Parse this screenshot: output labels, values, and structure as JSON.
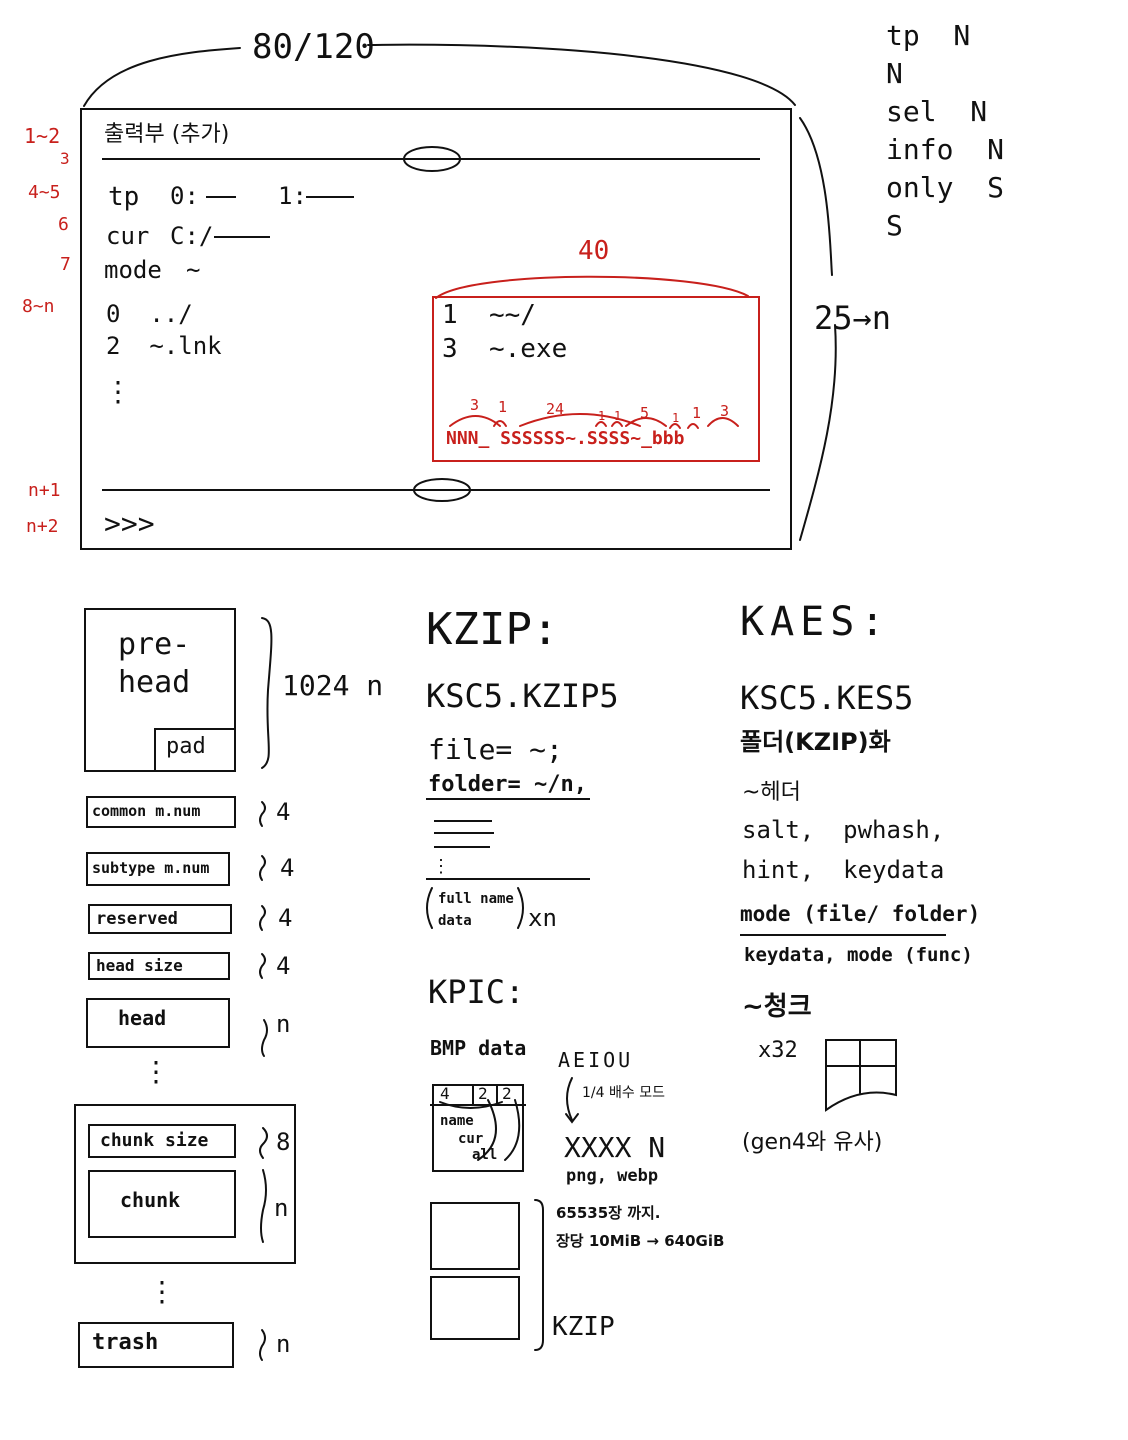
{
  "terminal": {
    "width_label": "80/120",
    "height_label": "25→n",
    "row_labels": {
      "r1": "1~2",
      "r2": "3",
      "r3": "4~5",
      "r4": "6",
      "r5": "7",
      "r6": "8~n",
      "r7": "n+1",
      "r8": "n+2"
    },
    "title": "출력부 (추가)",
    "tp_line": {
      "tp": "tp",
      "zero": "0:",
      "one": "1:"
    },
    "cur_line": {
      "cur": "cur",
      "path": "C:/"
    },
    "mode_line": {
      "mode": "mode",
      "value": "~"
    },
    "list_left": [
      "0  ../",
      "2  ~.lnk",
      "⋮"
    ],
    "list_right": [
      "1  ~~/",
      "3  ~.exe"
    ],
    "list_width_label": "40",
    "format": {
      "counts": [
        "3",
        "1",
        "24",
        "1",
        "1",
        "5",
        "1",
        "1",
        "3"
      ],
      "pattern": "NNN_ SSSSSS~.SSSS~_bbb"
    },
    "prompt": ">>>"
  },
  "flags": [
    "tp  N",
    "N",
    "sel  N",
    "info  N",
    "only  S",
    "S"
  ],
  "file_format": {
    "prehead": "pre-\nhead",
    "pad": "pad",
    "prehead_size": "1024 n",
    "fields": [
      {
        "label": "common m.num",
        "size": "4"
      },
      {
        "label": "subtype m.num",
        "size": "4"
      },
      {
        "label": "reserved",
        "size": "4"
      },
      {
        "label": "head size",
        "size": "4"
      },
      {
        "label": "head",
        "size": "n"
      }
    ],
    "chunk_group": {
      "chunk_size": "chunk size",
      "chunk_size_bytes": "8",
      "chunk": "chunk",
      "chunk_bytes": "n"
    },
    "trash": "trash",
    "trash_size": "n",
    "ellipsis": "⋮"
  },
  "kzip": {
    "title": "KZIP:",
    "name": "KSC5.KZIP5",
    "file": "file= ~;",
    "folder": "folder= ~/n,",
    "entry": [
      "full name",
      "data"
    ],
    "repeat": "xn"
  },
  "kpic": {
    "title": "KPIC:",
    "bmp": "BMP data",
    "header_cells": [
      "4",
      "2",
      "2"
    ],
    "header_labels": [
      "name",
      "cur",
      "all"
    ],
    "vowels": "AEIOU",
    "mode_note": "1/4 배수 모드",
    "xxxx": "XXXX N",
    "formats": "png, webp",
    "limit": "65535장 까지.",
    "capacity": "장당 10MiB → 640GiB",
    "kzip_tag": "KZIP"
  },
  "kaes": {
    "title": "KAES:",
    "name": "KSC5.KES5",
    "folder_note": "폴더(KZIP)화",
    "header": "~헤더",
    "fields1": "salt,  pwhash,",
    "fields2": "hint,  keydata",
    "mode": "mode (file/ folder)",
    "keydata": "keydata, mode (func)",
    "chunk": "~청크",
    "count": "x32",
    "note": "(gen4와 유사)"
  }
}
